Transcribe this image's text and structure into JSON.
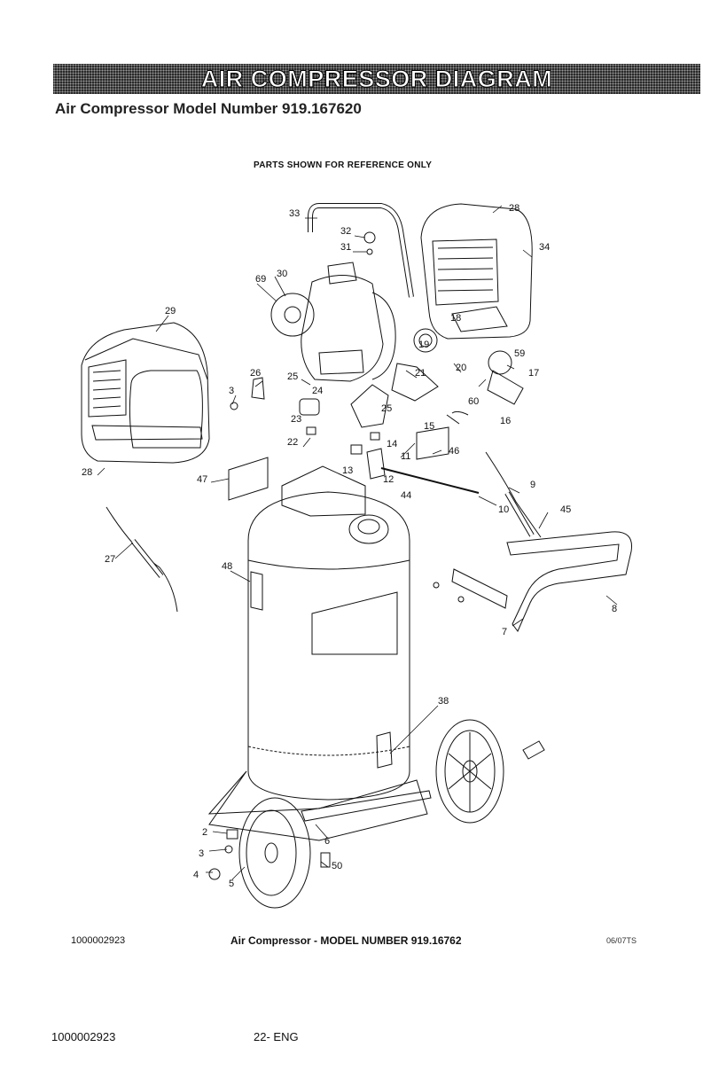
{
  "header": {
    "banner_title": "AIR COMPRESSOR DIAGRAM",
    "subtitle": "Air Compressor Model Number 919.167620",
    "reference_note": "PARTS SHOWN FOR REFERENCE ONLY"
  },
  "callouts": [
    "33",
    "32",
    "31",
    "28",
    "34",
    "69",
    "30",
    "29",
    "19",
    "18",
    "59",
    "26",
    "25",
    "21",
    "20",
    "17",
    "3",
    "24",
    "25",
    "60",
    "23",
    "15",
    "16",
    "22",
    "14",
    "11",
    "46",
    "28",
    "47",
    "13",
    "12",
    "9",
    "44",
    "10",
    "45",
    "27",
    "48",
    "8",
    "7",
    "38",
    "2",
    "6",
    "3",
    "50",
    "4",
    "5"
  ],
  "footer": {
    "doc_id": "1000002923",
    "model_caption": "Air Compressor - MODEL NUMBER 919.16762",
    "revision_code": "06/07TS"
  },
  "page": {
    "doc_id": "1000002923",
    "page_number": "22- ENG"
  },
  "colors": {
    "banner": "#2a2a2a",
    "line": "#111111"
  }
}
